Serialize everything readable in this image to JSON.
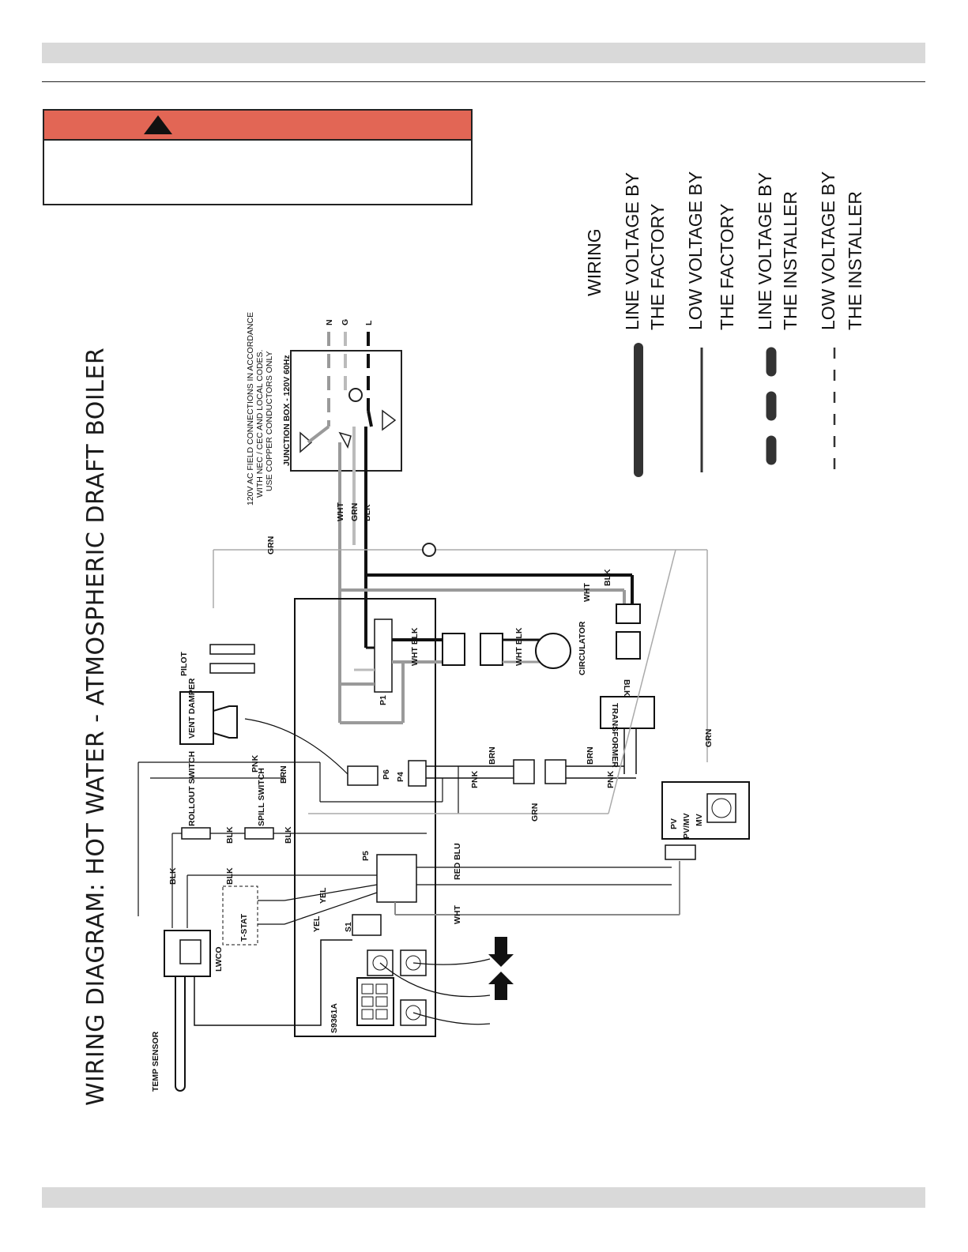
{
  "header": {
    "warning_text": ""
  },
  "title": "WIRING DIAGRAM: HOT WATER - ATMOSPHERIC DRAFT BOILER",
  "junction": {
    "note_lines": [
      "120V AC FIELD CONNECTIONS IN ACCORDANCE",
      "WITH NEC / CEC AND LOCAL CODES.",
      "USE COPPER CONDUCTORS ONLY"
    ],
    "box_label": "JUNCTION BOX - 120V 60Hz",
    "terminals": [
      "N",
      "G",
      "L"
    ]
  },
  "wire_labels": {
    "wht": "WHT",
    "grn": "GRN",
    "blk": "BLK",
    "pnk": "PNK",
    "brn": "BRN",
    "yel": "YEL",
    "red_blu": "RED BLU",
    "red": "RED",
    "blu": "BLU",
    "wht_blk": "WHT BLK",
    "blk_wht": "BLK WHT"
  },
  "components": {
    "pilot": "PILOT",
    "vent_damper": "VENT DAMPER",
    "rollout_switch": "ROLLOUT SWITCH",
    "spill_switch": "SPILL SWITCH",
    "tstat": "T-STAT",
    "lwco": "LWCO",
    "temp_sensor": "TEMP SENSOR",
    "circulator": "CIRCULATOR",
    "transformer": "TRANSFORMER",
    "controller": "S9361A",
    "p1": "P1",
    "p4": "P4",
    "p5": "P5",
    "p6": "P6",
    "s1": "S1",
    "valve_pv": "PV",
    "valve_pvmv": "PV/MV",
    "valve_mv": "MV"
  },
  "legend": {
    "heading": "WIRING",
    "items": [
      {
        "line1": "LINE VOLTAGE BY",
        "line2": "THE FACTORY",
        "style": "thick-solid"
      },
      {
        "line1": "LOW VOLTAGE BY",
        "line2": "THE FACTORY",
        "style": "thin-solid"
      },
      {
        "line1": "LINE VOLTAGE BY",
        "line2": "THE INSTALLER",
        "style": "thick-dashed"
      },
      {
        "line1": "LOW VOLTAGE BY",
        "line2": "THE INSTALLER",
        "style": "thin-dashed"
      }
    ]
  },
  "colors": {
    "warning": "#e26655",
    "bar": "#d9d9d9",
    "gray_wire": "#9a9a9a",
    "black_wire": "#111111",
    "legend_line": "#333333"
  }
}
